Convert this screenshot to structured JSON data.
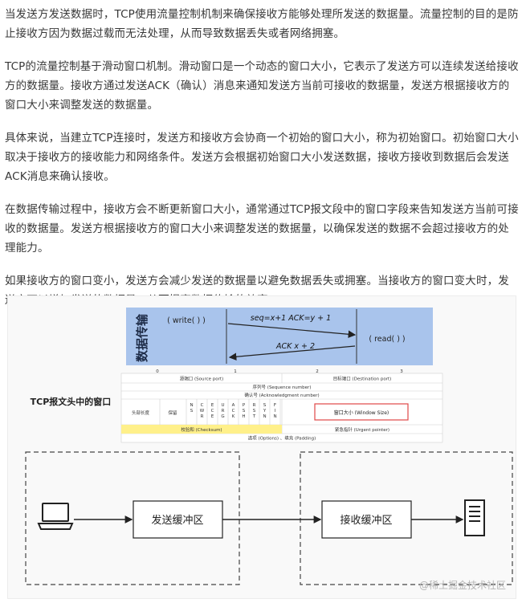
{
  "article": {
    "paragraphs": [
      "当发送方发送数据时，TCP使用流量控制机制来确保接收方能够处理所发送的数据量。流量控制的目的是防止接收方因为数据过载而无法处理，从而导致数据丢失或者网络拥塞。",
      "TCP的流量控制基于滑动窗口机制。滑动窗口是一个动态的窗口大小，它表示了发送方可以连续发送给接收方的数据量。接收方通过发送ACK（确认）消息来通知发送方当前可接收的数据量，发送方根据接收方的窗口大小来调整发送的数据量。",
      "具体来说，当建立TCP连接时，发送方和接收方会协商一个初始的窗口大小，称为初始窗口。初始窗口大小取决于接收方的接收能力和网络条件。发送方会根据初始窗口大小发送数据，接收方接收到数据后会发送ACK消息来确认接收。",
      "在数据传输过程中，接收方会不断更新窗口大小，通常通过TCP报文段中的窗口字段来告知发送方当前可接收的数据量。发送方根据接收方的窗口大小来调整发送的数据量，以确保发送的数据不会超过接收方的处理能力。",
      "如果接收方的窗口变小，发送方会减少发送的数据量以避免数据丢失或拥塞。当接收方的窗口变大时，发送方可以增加发送的数据量，从而提高数据传输的效率。"
    ]
  },
  "diagram": {
    "transfer_title": "数据传输",
    "write_label": "( write( ) )",
    "read_label": "( read( ) )",
    "seq_label": "seq=x+1 ACK=y + 1",
    "ack_label": "ACK x + 2",
    "header_title": "TCP报文头中的窗口",
    "bit_ticks": [
      "0",
      "1",
      "2",
      "3"
    ],
    "source_port": "源端口 (Source port)",
    "dest_port": "目标端口 (Destination port)",
    "seq_number": "序列号 (Sequence number)",
    "ack_number": "确认号 (Acknowledgment number)",
    "header_length": "头部长度",
    "reserved": "保留",
    "flags": [
      "N\nS",
      "C\nW\nR",
      "E\nC\nE",
      "U\nR\nG",
      "A\nC\nK",
      "P\nS\nH",
      "R\nS\nT",
      "S\nY\nN",
      "F\nI\nN"
    ],
    "window_size": "窗口大小 (Window Size)",
    "checksum": "校验和 (Checksum)",
    "urgent_pointer": "紧急指针 (Urgent pointer)",
    "options": "选项 (Options) 、填充 (Padding)",
    "send_buffer": "发送缓冲区",
    "recv_buffer": "接收缓冲区",
    "colors": {
      "transfer_bg": "#a9c4ec",
      "highlight": "#fff08a",
      "window_box": "#e04848",
      "arrow": "#222222"
    }
  },
  "watermark": "@稀土掘金技术社区"
}
